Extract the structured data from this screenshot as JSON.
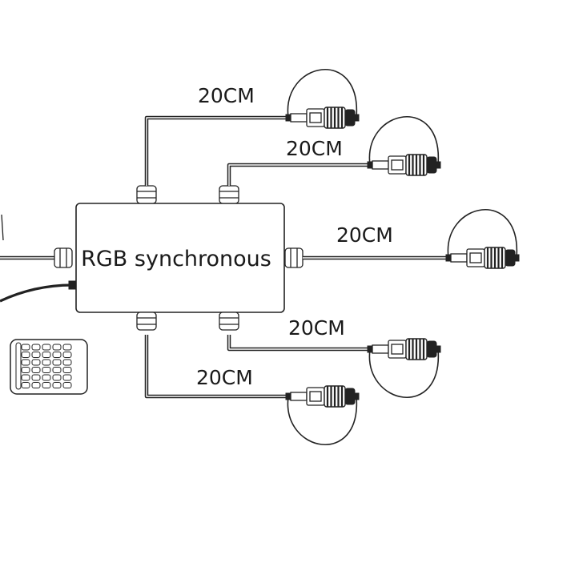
{
  "hub": {
    "label": "RGB synchronous"
  },
  "branches": [
    {
      "id": "top-left",
      "length_label": "20CM"
    },
    {
      "id": "top-right",
      "length_label": "20CM"
    },
    {
      "id": "right",
      "length_label": "20CM"
    },
    {
      "id": "bottom-right",
      "length_label": "20CM"
    },
    {
      "id": "bottom-left",
      "length_label": "20CM"
    }
  ],
  "remote": {
    "button_rows": 6,
    "button_cols": 5
  },
  "colors": {
    "ink": "#222222",
    "background": "#ffffff"
  }
}
